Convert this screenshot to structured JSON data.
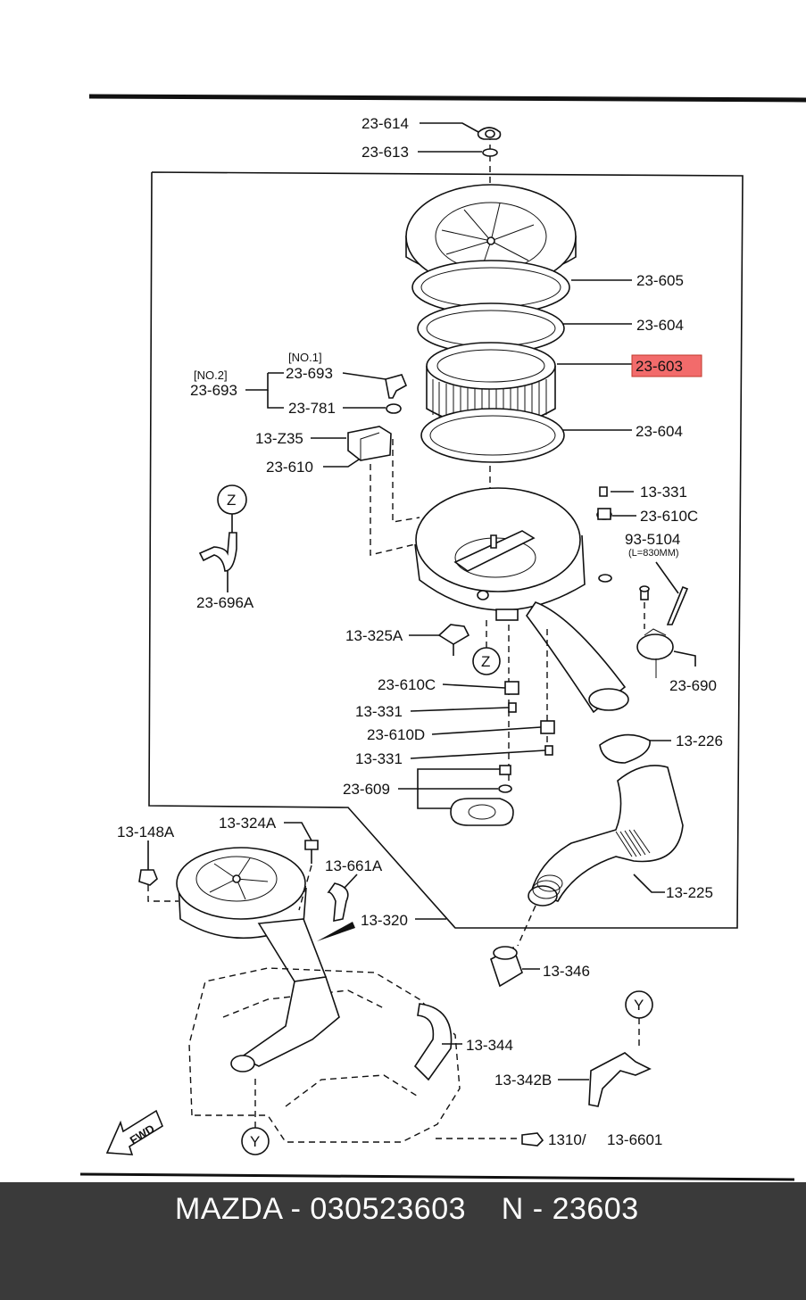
{
  "labels": {
    "l_23_614": "23-614",
    "l_23_613": "23-613",
    "l_23_605": "23-605",
    "l_23_604a": "23-604",
    "l_23_603": "23-603",
    "l_23_604b": "23-604",
    "l_no1": "[NO.1]",
    "l_23_693a": "23-693",
    "l_no2": "[NO.2]",
    "l_23_693b": "23-693",
    "l_23_781": "23-781",
    "l_13_z35": "13-Z35",
    "l_23_610": "23-610",
    "l_z_top": "Z",
    "l_23_696a": "23-696A",
    "l_13_331a": "13-331",
    "l_23_610c_a": "23-610C",
    "l_93_5104": "93-5104",
    "l_len": "(L=830MM)",
    "l_23_690": "23-690",
    "l_13_325a": "13-325A",
    "l_z_mid": "Z",
    "l_23_610c_b": "23-610C",
    "l_13_331b": "13-331",
    "l_23_610d": "23-610D",
    "l_13_331c": "13-331",
    "l_23_609": "23-609",
    "l_13_226": "13-226",
    "l_13_148a": "13-148A",
    "l_13_324a": "13-324A",
    "l_13_661a": "13-661A",
    "l_13_320": "13-320",
    "l_13_225": "13-225",
    "l_13_346": "13-346",
    "l_13_344": "13-344",
    "l_y_right": "Y",
    "l_13_342b": "13-342B",
    "l_y_left": "Y",
    "l_1310": "1310/",
    "l_13_6601": "13-6601",
    "l_fwd": "FWD"
  },
  "highlight_color": "#f26b6b",
  "footer": {
    "text": "MAZDA - 030523603    N - 23603"
  }
}
